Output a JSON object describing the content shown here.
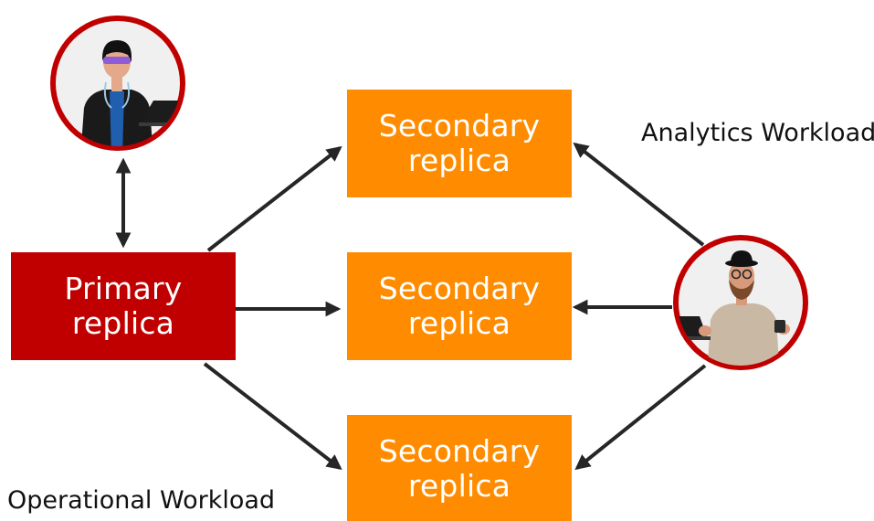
{
  "colors": {
    "primary_box": "#c00000",
    "secondary_box": "#ff8c00",
    "arrow": "#262626",
    "avatar_ring": "#c00000"
  },
  "nodes": {
    "primary": {
      "label": "Primary\nreplica"
    },
    "secondary": [
      {
        "label": "Secondary\nreplica"
      },
      {
        "label": "Secondary\nreplica"
      },
      {
        "label": "Secondary\nreplica"
      }
    ]
  },
  "labels": {
    "analytics": "Analytics Workload",
    "operational": "Operational Workload"
  },
  "avatars": {
    "operational_user": "operational-user-icon",
    "analytics_user": "analytics-user-icon"
  }
}
